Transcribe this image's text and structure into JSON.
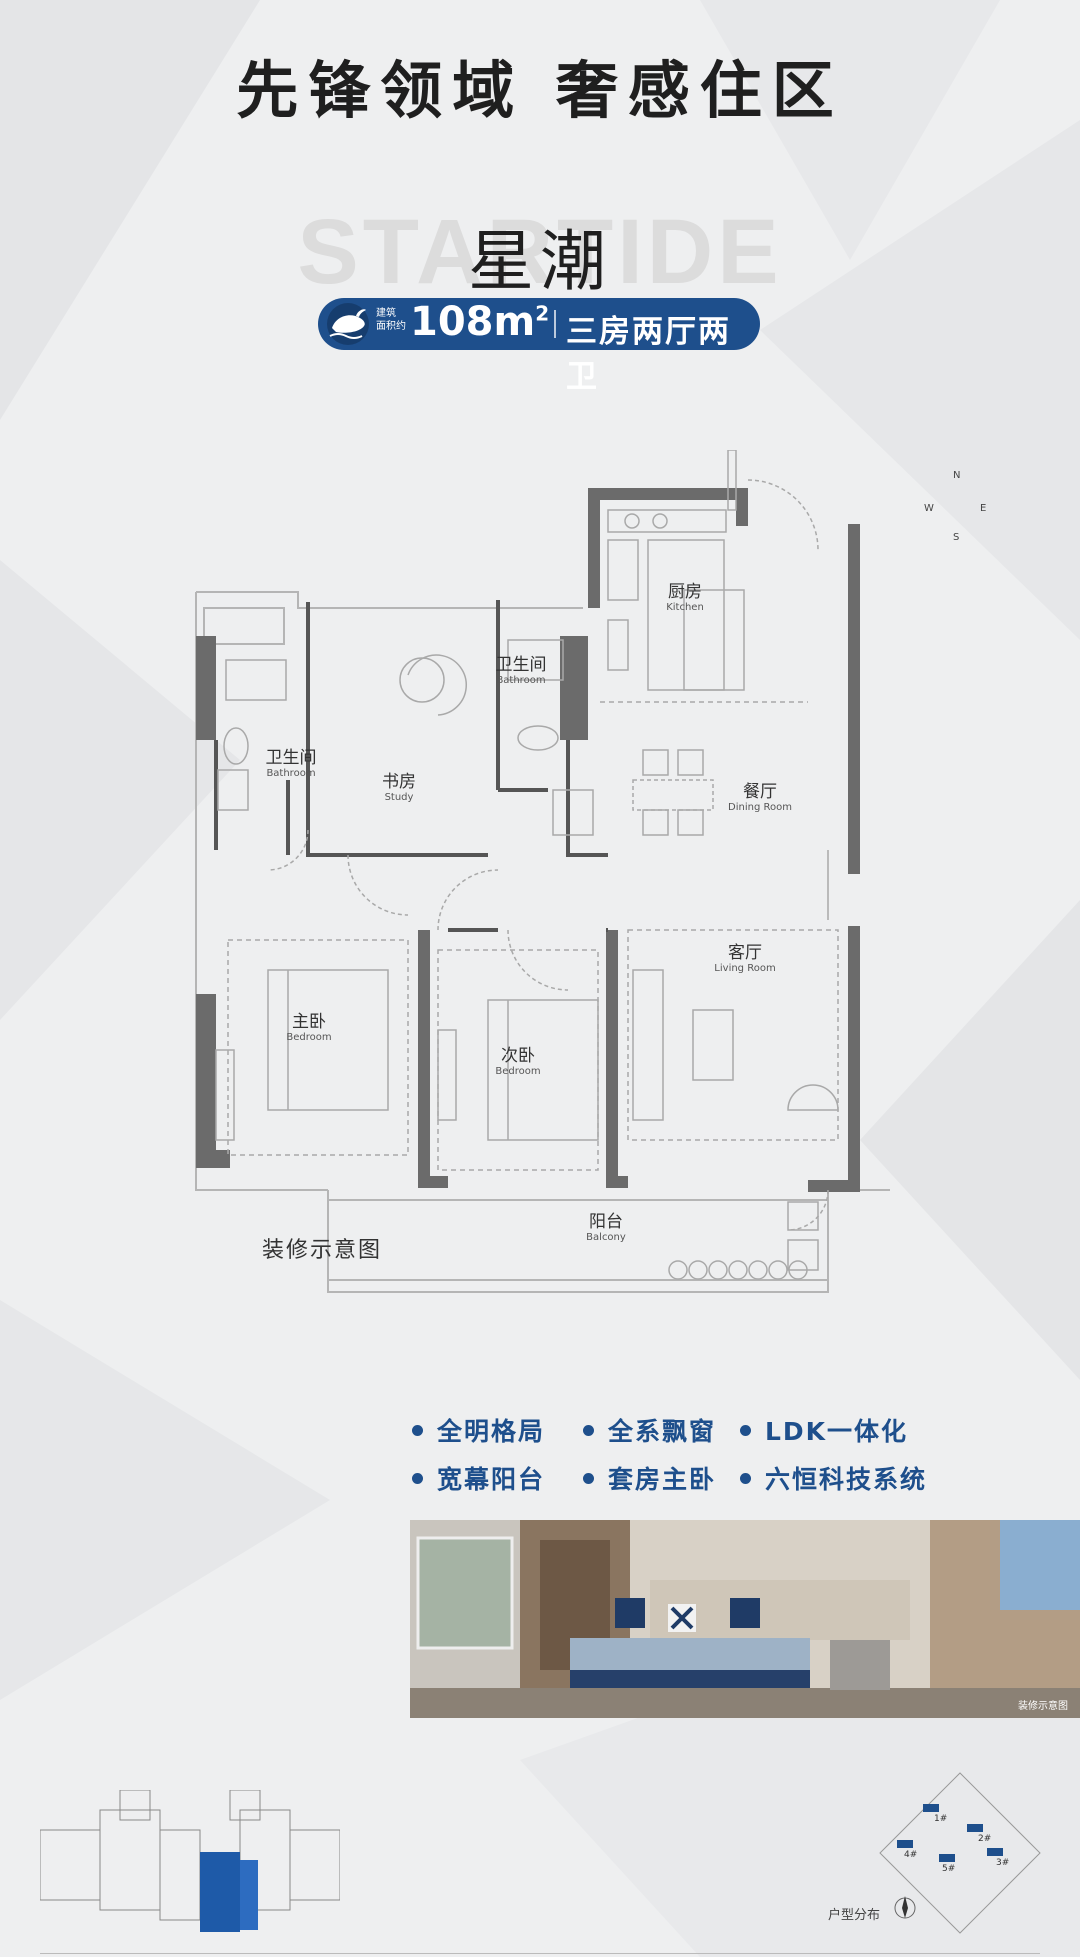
{
  "headline": "先锋领域 奢感住区",
  "project": {
    "ghost_text": "STARTIDE",
    "name": "星潮"
  },
  "badge": {
    "label_line1": "建筑",
    "label_line2": "面积约",
    "area": "108m",
    "area_sup": "2",
    "rooms": "三房两厅两卫"
  },
  "compass": {
    "n": "N",
    "s": "S",
    "e": "E",
    "w": "W"
  },
  "rooms": [
    {
      "cn": "厨房",
      "en": "Kitchen"
    },
    {
      "cn": "卫生间",
      "en": "Bathroom"
    },
    {
      "cn": "卫生间",
      "en": "Bathroom"
    },
    {
      "cn": "书房",
      "en": "Study"
    },
    {
      "cn": "餐厅",
      "en": "Dining Room"
    },
    {
      "cn": "客厅",
      "en": "Living Room"
    },
    {
      "cn": "主卧",
      "en": "Bedroom"
    },
    {
      "cn": "次卧",
      "en": "Bedroom"
    },
    {
      "cn": "阳台",
      "en": "Balcony"
    }
  ],
  "plan_caption": "装修示意图",
  "features": [
    "全明格局",
    "全系飘窗",
    "LDK一体化",
    "宽幕阳台",
    "套房主卧",
    "六恒科技系统"
  ],
  "photo_caption": "装修示意图",
  "building_labels": [
    "1#",
    "2#",
    "3#",
    "4#",
    "5#"
  ],
  "distribution_label": "户型分布",
  "colors": {
    "accent": "#1e4f8c",
    "wall": "#6b6b6b",
    "background": "#eeeff0"
  }
}
